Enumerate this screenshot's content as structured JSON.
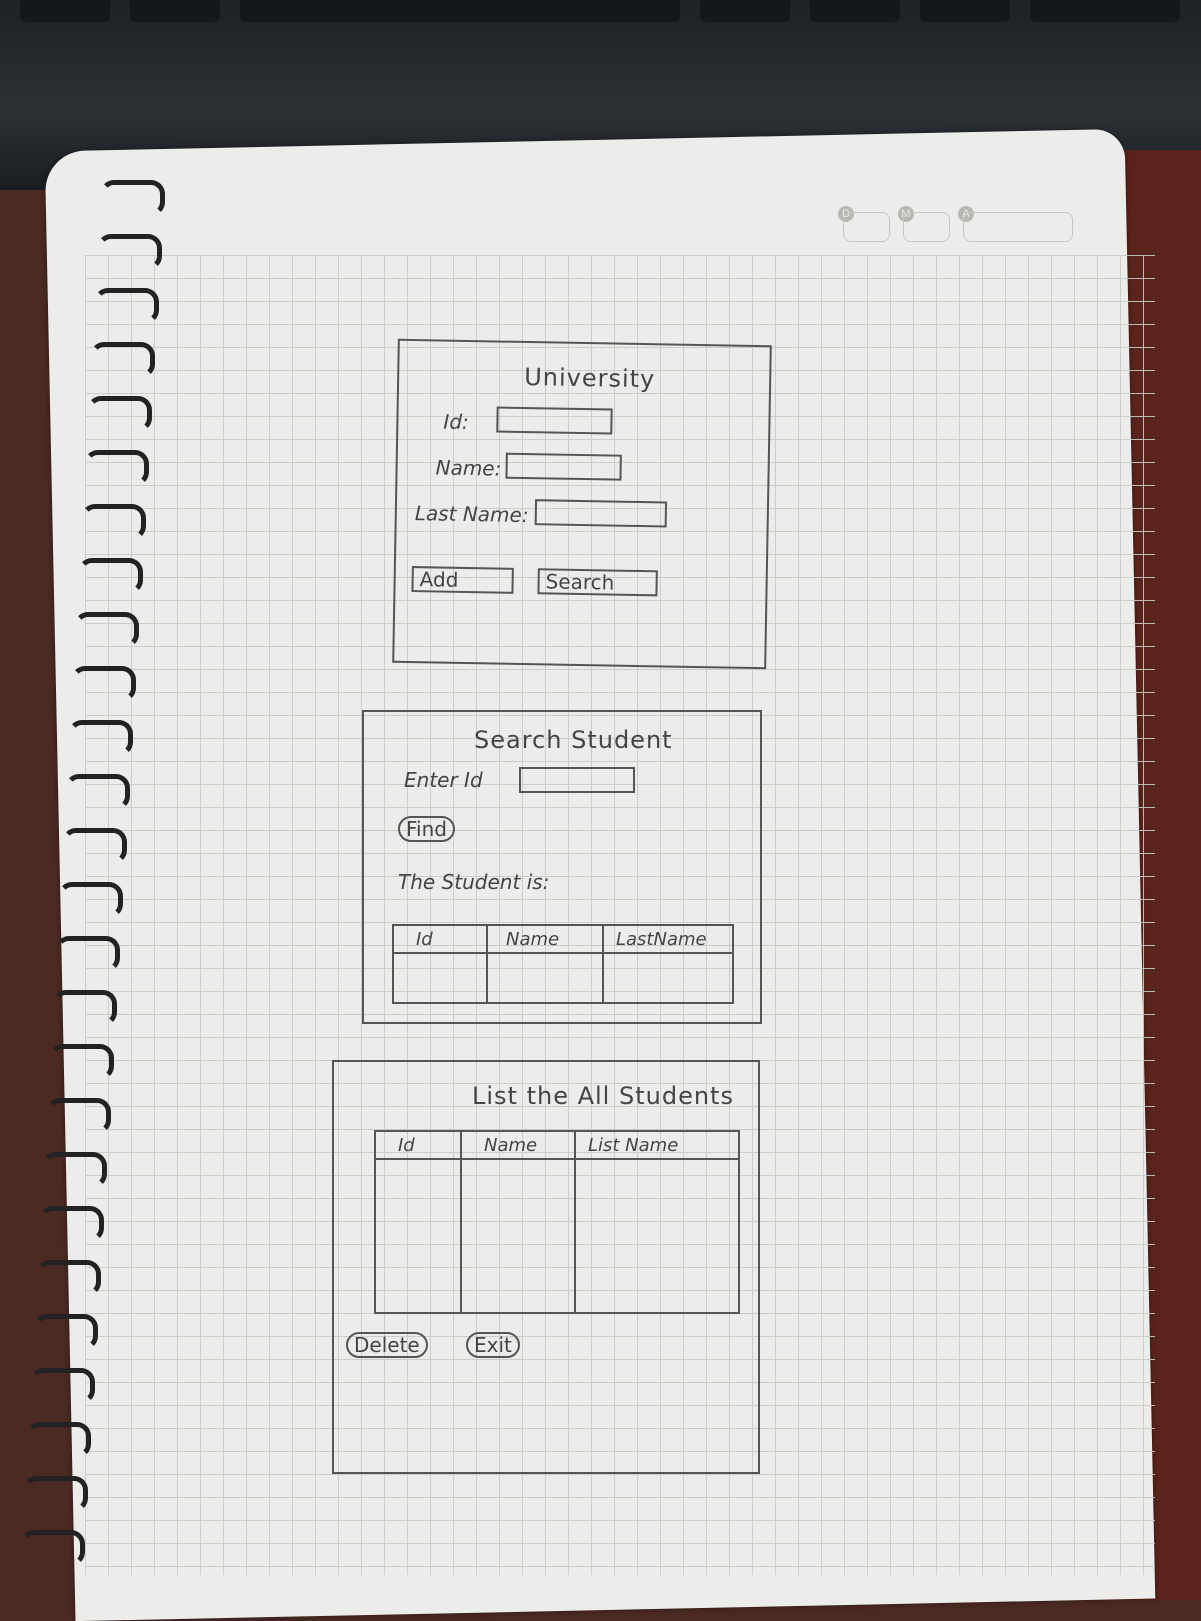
{
  "form1": {
    "title": "University",
    "id_label": "Id:",
    "name_label": "Name:",
    "lastname_label": "Last Name:",
    "add_label": "Add",
    "search_label": "Search"
  },
  "form2": {
    "title": "Search Student",
    "enter_label": "Enter Id",
    "find_label": "Find",
    "result_label": "The Student is:",
    "columns": [
      "Id",
      "Name",
      "LastName"
    ]
  },
  "form3": {
    "title": "List the All Students",
    "columns": [
      "Id",
      "Name",
      "List Name"
    ],
    "delete_label": "Delete",
    "exit_label": "Exit"
  },
  "date_marks": [
    "D",
    "M",
    "A"
  ]
}
